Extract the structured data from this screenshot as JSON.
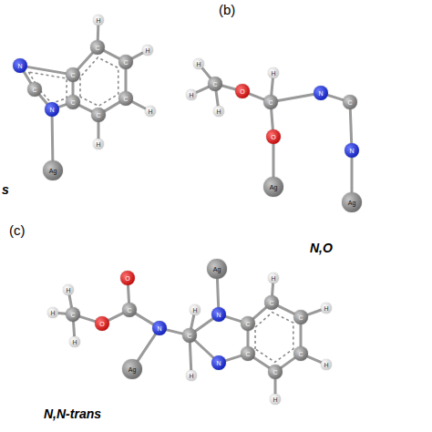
{
  "diagram": {
    "nodes": [
      {
        "text": [
          "N"
        ]
      },
      {
        "text": [
          "C"
        ]
      },
      {
        "text": [
          "N"
        ]
      },
      {
        "text": [
          "C"
        ]
      },
      {
        "text": [
          "C"
        ]
      },
      {
        "text": [
          "C"
        ]
      },
      {
        "text": [
          "H"
        ]
      },
      {
        "text": [
          "C"
        ]
      },
      {
        "text": [
          "H"
        ]
      },
      {
        "text": [
          "C"
        ]
      },
      {
        "text": [
          "H"
        ]
      },
      {
        "text": [
          "C"
        ]
      },
      {
        "text": [
          "H"
        ]
      },
      {
        "text": [
          "Ag"
        ]
      },
      {
        "text": [
          "H"
        ]
      },
      {
        "text": [
          "H"
        ]
      },
      {
        "text": [
          "C"
        ]
      },
      {
        "text": [
          "H"
        ]
      },
      {
        "text": [
          "O"
        ]
      },
      {
        "text": [
          "C"
        ]
      },
      {
        "text": [
          "H"
        ]
      },
      {
        "text": [
          "O"
        ]
      },
      {
        "text": [
          "Ag"
        ]
      },
      {
        "text": [
          "N"
        ]
      },
      {
        "text": [
          "C"
        ]
      },
      {
        "text": [
          "N"
        ]
      },
      {
        "text": [
          "Ag"
        ]
      },
      {
        "text": [
          "H"
        ]
      },
      {
        "text": [
          "H"
        ]
      },
      {
        "text": [
          "C"
        ]
      },
      {
        "text": [
          "H"
        ]
      },
      {
        "text": [
          "O"
        ]
      },
      {
        "text": [
          "C"
        ]
      },
      {
        "text": [
          "O"
        ]
      },
      {
        "text": [
          "N"
        ]
      },
      {
        "text": [
          "Ag"
        ]
      },
      {
        "text": [
          "C"
        ]
      },
      {
        "text": [
          "H"
        ]
      },
      {
        "text": [
          "H"
        ]
      },
      {
        "text": [
          "N"
        ]
      },
      {
        "text": [
          "Ag"
        ]
      },
      {
        "text": [
          "N"
        ]
      },
      {
        "text": [
          "C"
        ]
      },
      {
        "text": [
          "C"
        ]
      },
      {
        "text": [
          "C"
        ]
      },
      {
        "text": [
          "H"
        ]
      },
      {
        "text": [
          "C"
        ]
      },
      {
        "text": [
          "H"
        ]
      },
      {
        "text": [
          "C"
        ]
      },
      {
        "text": [
          "H"
        ]
      },
      {
        "text": [
          "C"
        ]
      },
      {
        "text": [
          "H"
        ]
      }
    ],
    "edges": [
      {
        "from": 0,
        "to": 1,
        "arrow": "none"
      },
      {
        "from": 1,
        "to": 2,
        "arrow": "none"
      },
      {
        "from": 2,
        "to": 3,
        "arrow": "none"
      },
      {
        "from": 3,
        "to": 4,
        "arrow": "none"
      },
      {
        "from": 4,
        "to": 0,
        "arrow": "none"
      },
      {
        "from": 4,
        "to": 5,
        "arrow": "none"
      },
      {
        "from": 5,
        "to": 6,
        "arrow": "none"
      },
      {
        "from": 5,
        "to": 7,
        "arrow": "none"
      },
      {
        "from": 7,
        "to": 8,
        "arrow": "none"
      },
      {
        "from": 7,
        "to": 9,
        "arrow": "none"
      },
      {
        "from": 9,
        "to": 10,
        "arrow": "none"
      },
      {
        "from": 9,
        "to": 11,
        "arrow": "none"
      },
      {
        "from": 11,
        "to": 12,
        "arrow": "none"
      },
      {
        "from": 11,
        "to": 3,
        "arrow": "none"
      },
      {
        "from": 2,
        "to": 13,
        "arrow": "none"
      },
      {
        "from": 16,
        "to": 14,
        "arrow": "none"
      },
      {
        "from": 16,
        "to": 15,
        "arrow": "none"
      },
      {
        "from": 16,
        "to": 17,
        "arrow": "none"
      },
      {
        "from": 16,
        "to": 18,
        "arrow": "none"
      },
      {
        "from": 18,
        "to": 19,
        "arrow": "none"
      },
      {
        "from": 19,
        "to": 20,
        "arrow": "none"
      },
      {
        "from": 19,
        "to": 21,
        "arrow": "none"
      },
      {
        "from": 21,
        "to": 22,
        "arrow": "none"
      },
      {
        "from": 19,
        "to": 23,
        "arrow": "none"
      },
      {
        "from": 23,
        "to": 24,
        "arrow": "none"
      },
      {
        "from": 24,
        "to": 25,
        "arrow": "none"
      },
      {
        "from": 25,
        "to": 26,
        "arrow": "none"
      },
      {
        "from": 29,
        "to": 27,
        "arrow": "none"
      },
      {
        "from": 29,
        "to": 28,
        "arrow": "none"
      },
      {
        "from": 29,
        "to": 30,
        "arrow": "none"
      },
      {
        "from": 29,
        "to": 31,
        "arrow": "none"
      },
      {
        "from": 31,
        "to": 32,
        "arrow": "none"
      },
      {
        "from": 32,
        "to": 33,
        "arrow": "none"
      },
      {
        "from": 32,
        "to": 34,
        "arrow": "none"
      },
      {
        "from": 34,
        "to": 35,
        "arrow": "none"
      },
      {
        "from": 34,
        "to": 36,
        "arrow": "none"
      },
      {
        "from": 36,
        "to": 37,
        "arrow": "none"
      },
      {
        "from": 36,
        "to": 38,
        "arrow": "none"
      },
      {
        "from": 36,
        "to": 39,
        "arrow": "none"
      },
      {
        "from": 39,
        "to": 40,
        "arrow": "none"
      },
      {
        "from": 36,
        "to": 41,
        "arrow": "none"
      },
      {
        "from": 39,
        "to": 43,
        "arrow": "none"
      },
      {
        "from": 41,
        "to": 42,
        "arrow": "none"
      },
      {
        "from": 42,
        "to": 43,
        "arrow": "none"
      },
      {
        "from": 43,
        "to": 44,
        "arrow": "none"
      },
      {
        "from": 44,
        "to": 45,
        "arrow": "none"
      },
      {
        "from": 44,
        "to": 46,
        "arrow": "none"
      },
      {
        "from": 46,
        "to": 47,
        "arrow": "none"
      },
      {
        "from": 46,
        "to": 48,
        "arrow": "none"
      },
      {
        "from": 48,
        "to": 49,
        "arrow": "none"
      },
      {
        "from": 48,
        "to": 50,
        "arrow": "none"
      },
      {
        "from": 50,
        "to": 51,
        "arrow": "none"
      },
      {
        "from": 50,
        "to": 42,
        "arrow": "none"
      }
    ],
    "labels": [
      "s",
      "(b)",
      "N,O",
      "(c)",
      "N,N-trans"
    ]
  }
}
